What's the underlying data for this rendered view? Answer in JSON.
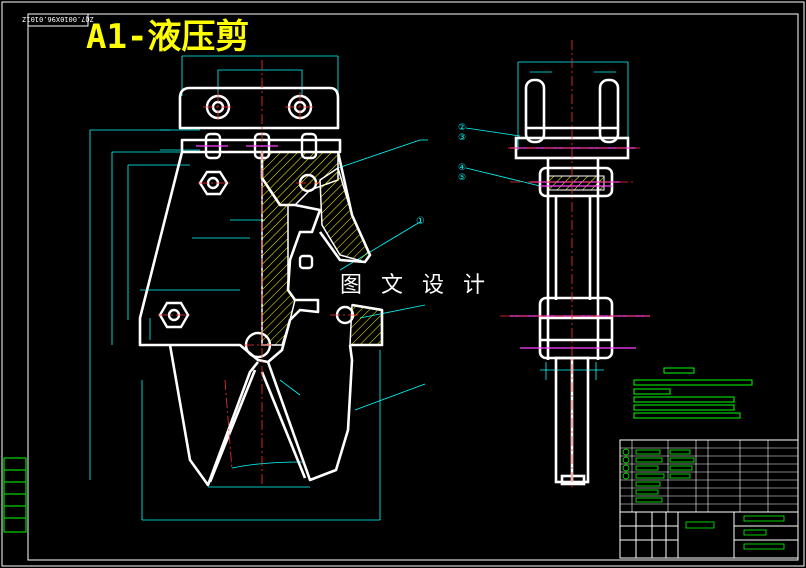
{
  "title": "A1-液压剪",
  "drawing_code": "ZQ7.0010X96.0101Z",
  "watermark": "图 文 设 计",
  "balloons": [
    "①",
    "②",
    "③",
    "④",
    "⑤"
  ],
  "colors": {
    "background": "#000000",
    "outline": "#ffffff",
    "title": "#ffff00",
    "dimension": "#00ffff",
    "centerline": "#ff3030",
    "hatch": "#ffff00",
    "bolt": "#ff40ff",
    "frame": "#ffffff",
    "table": "#00ff00"
  }
}
